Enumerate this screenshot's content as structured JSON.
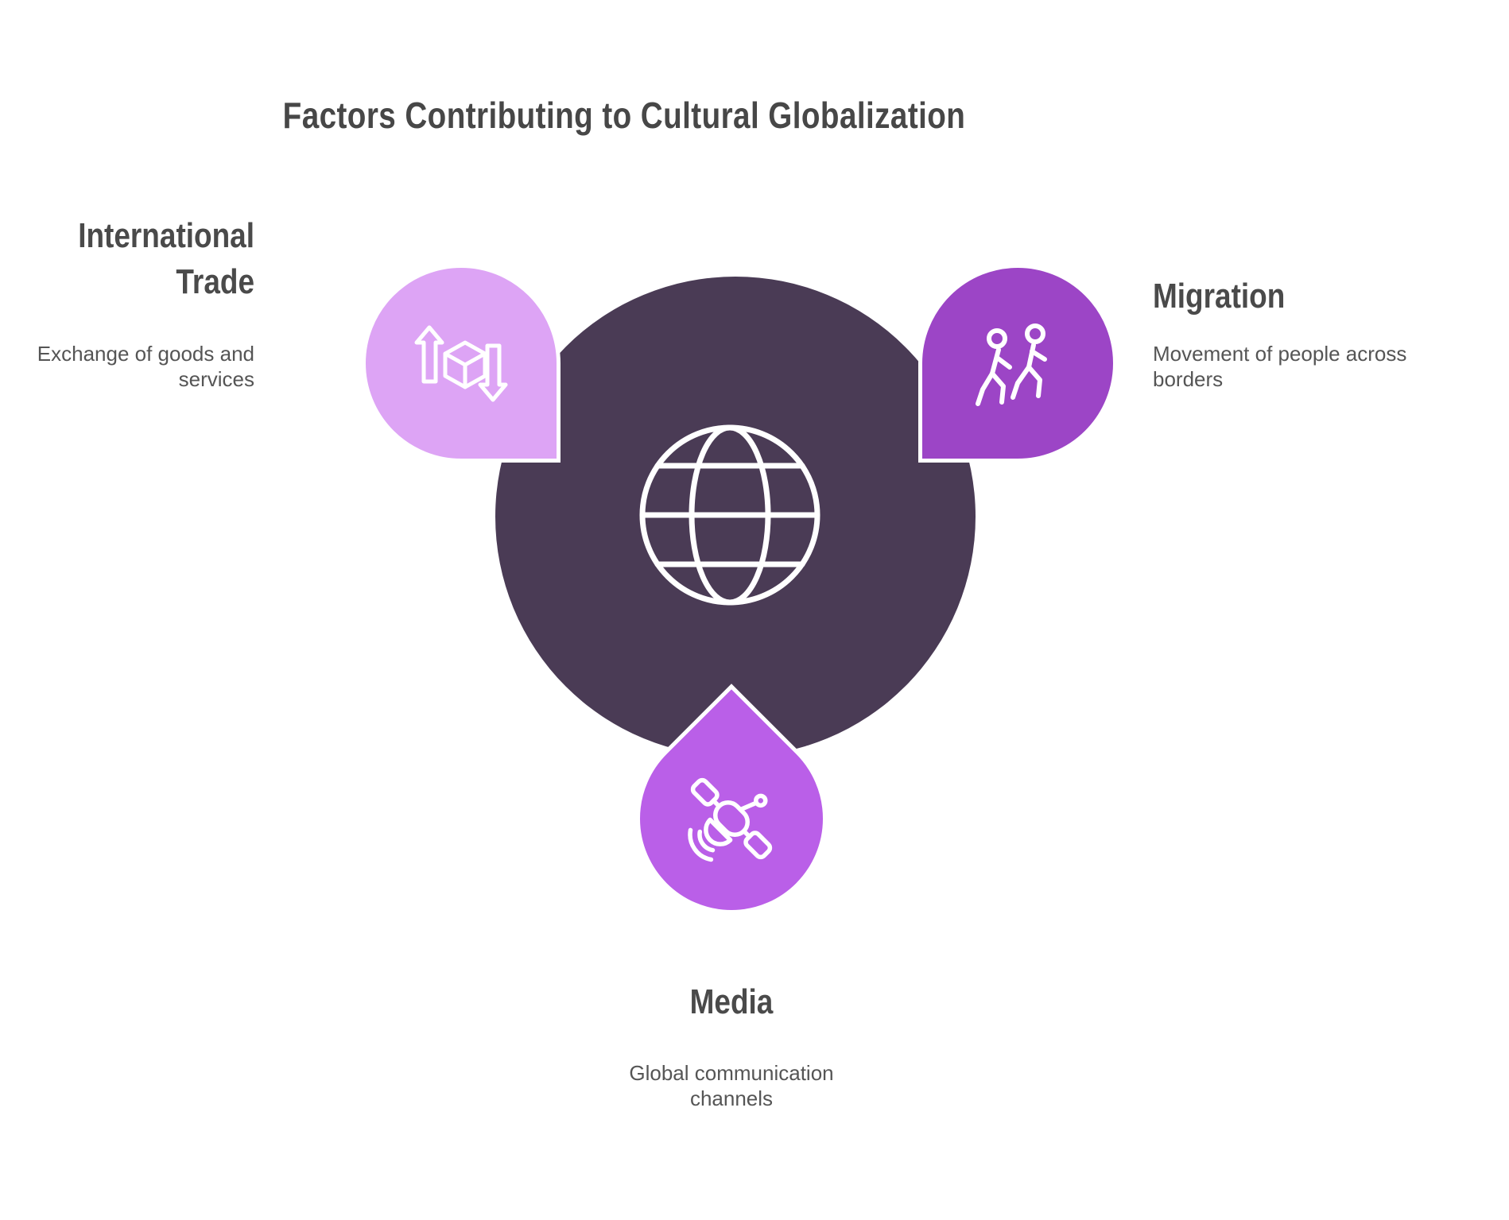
{
  "title": "Factors Contributing to Cultural Globalization",
  "center": {
    "icon": "globe-icon",
    "color": "#4a3b55"
  },
  "factors": [
    {
      "id": "international-trade",
      "label": "International Trade",
      "description": "Exchange of goods and services",
      "icon": "trade-exchange-icon",
      "pin_color": "#dda4f5",
      "pin_direction": "tip-bottom-right",
      "text_position": "left"
    },
    {
      "id": "migration",
      "label": "Migration",
      "description": "Movement of people across borders",
      "icon": "walking-people-icon",
      "pin_color": "#9c45c6",
      "pin_direction": "tip-bottom-left",
      "text_position": "right"
    },
    {
      "id": "media",
      "label": "Media",
      "description": "Global communication channels",
      "icon": "satellite-icon",
      "pin_color": "#ba5fe8",
      "pin_direction": "tip-top",
      "text_position": "bottom"
    }
  ],
  "colors": {
    "background": "#ffffff",
    "title_text": "#474747",
    "heading_text": "#4a4a4a",
    "description_text": "#555555",
    "icon_stroke": "#ffffff",
    "pin_outline": "#ffffff"
  }
}
